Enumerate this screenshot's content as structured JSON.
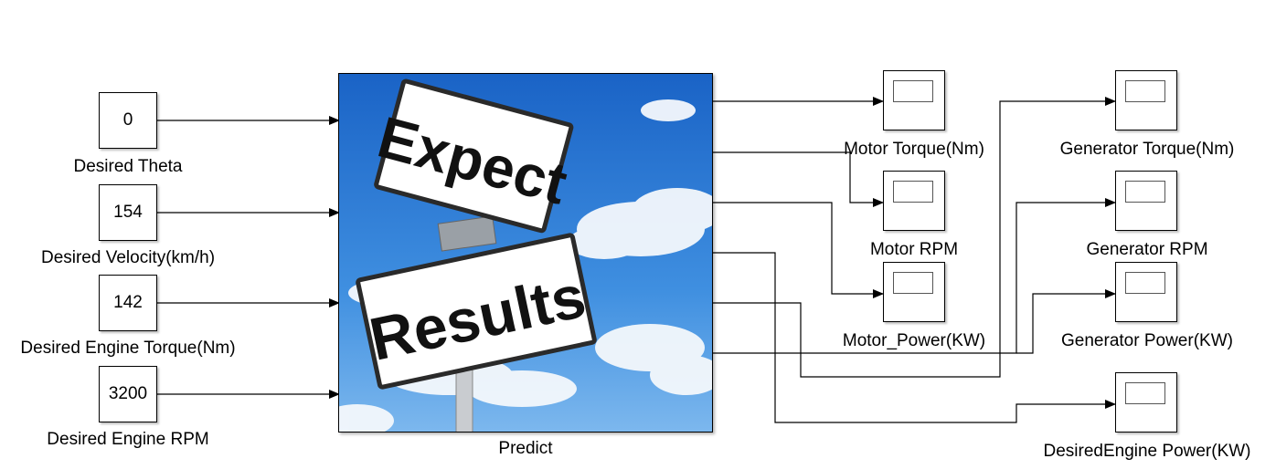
{
  "inputs": [
    {
      "value": "0",
      "label": "Desired Theta"
    },
    {
      "value": "154",
      "label": "Desired Velocity(km/h)"
    },
    {
      "value": "142",
      "label": "Desired Engine Torque(Nm)"
    },
    {
      "value": "3200",
      "label": "Desired Engine RPM"
    }
  ],
  "predict": {
    "label": "Predict",
    "sign_top": "Expect",
    "sign_bottom": "Results"
  },
  "scopes": [
    {
      "label": "Motor Torque(Nm)"
    },
    {
      "label": "Motor RPM"
    },
    {
      "label": "Motor_Power(KW)"
    },
    {
      "label": "Generator Torque(Nm)"
    },
    {
      "label": "Generator RPM"
    },
    {
      "label": "Generator Power(KW)"
    },
    {
      "label": "DesiredEngine Power(KW)"
    }
  ],
  "colors": {
    "sky_top": "#1f6fd1",
    "sky_bottom": "#6fb0ee",
    "line": "#000000"
  }
}
